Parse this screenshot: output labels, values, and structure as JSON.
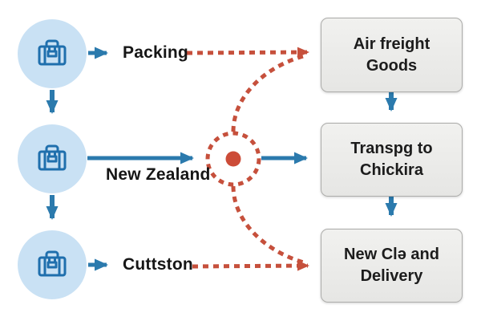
{
  "diagram": {
    "left_nodes": [
      {
        "icon": "briefcase-icon",
        "label": "Packing"
      },
      {
        "icon": "briefcase-icon",
        "label": "New Zealand"
      },
      {
        "icon": "briefcase-icon",
        "label": "Cuttston"
      }
    ],
    "right_boxes": [
      {
        "label": "Air freight\nGoods"
      },
      {
        "label": "Transpg to\nChickira"
      },
      {
        "label": "New Clə and\nDelivery"
      }
    ],
    "hub": {
      "icon": "hub-dot-icon"
    },
    "palette": {
      "arrow_blue": "#2b7aad",
      "circle_fill": "#c9e1f4",
      "icon_blue": "#1f6fad",
      "dash_red": "#c6503c",
      "box_fill": "#ebebe9",
      "box_border": "#acacaa",
      "text_color": "#1c1c1c"
    }
  }
}
